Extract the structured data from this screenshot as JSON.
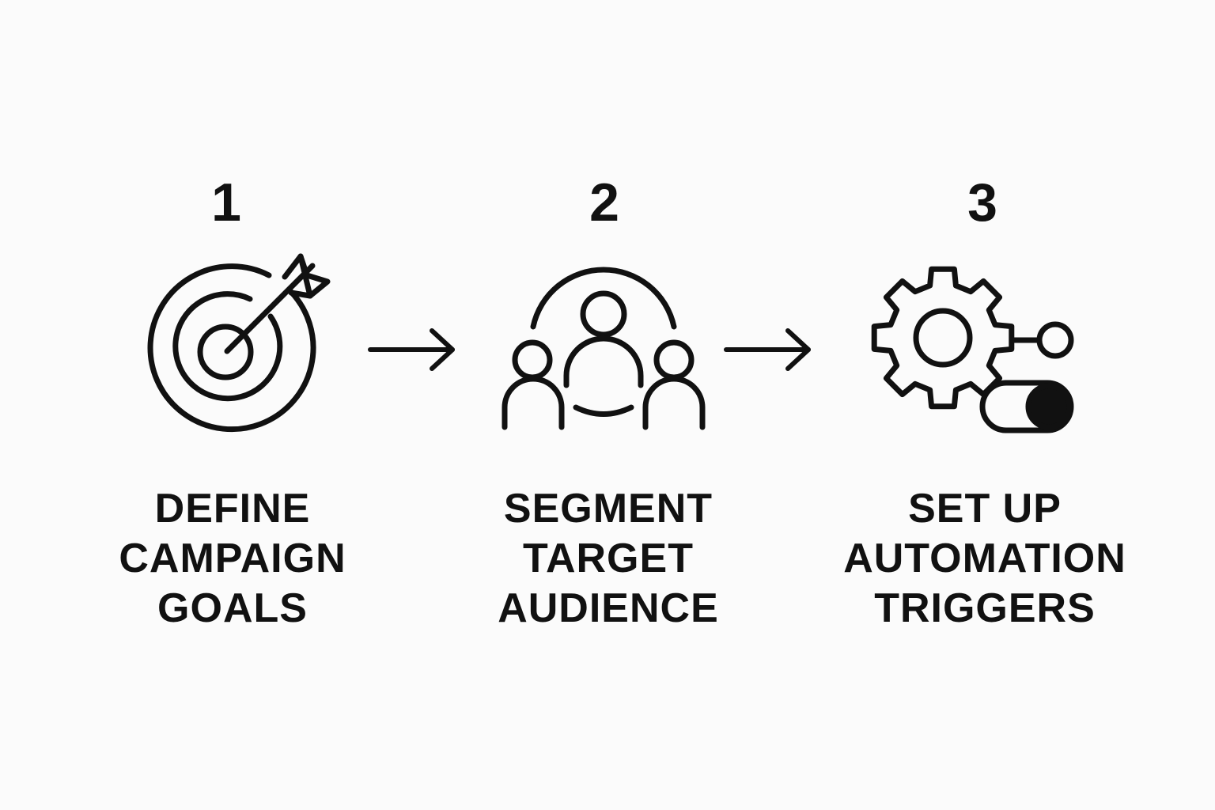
{
  "steps": [
    {
      "number": "1",
      "label_lines": [
        "DEFINE",
        "CAMPAIGN",
        "GOALS"
      ],
      "icon": "target-with-arrow-icon"
    },
    {
      "number": "2",
      "label_lines": [
        "SEGMENT",
        "TARGET",
        "AUDIENCE"
      ],
      "icon": "audience-group-icon"
    },
    {
      "number": "3",
      "label_lines": [
        "SET UP",
        "AUTOMATION",
        "TRIGGERS"
      ],
      "icon": "gear-toggle-icon"
    }
  ],
  "connectors": [
    "right-arrow-icon",
    "right-arrow-icon"
  ],
  "colors": {
    "background": "#fbfbfb",
    "ink": "#111111"
  }
}
